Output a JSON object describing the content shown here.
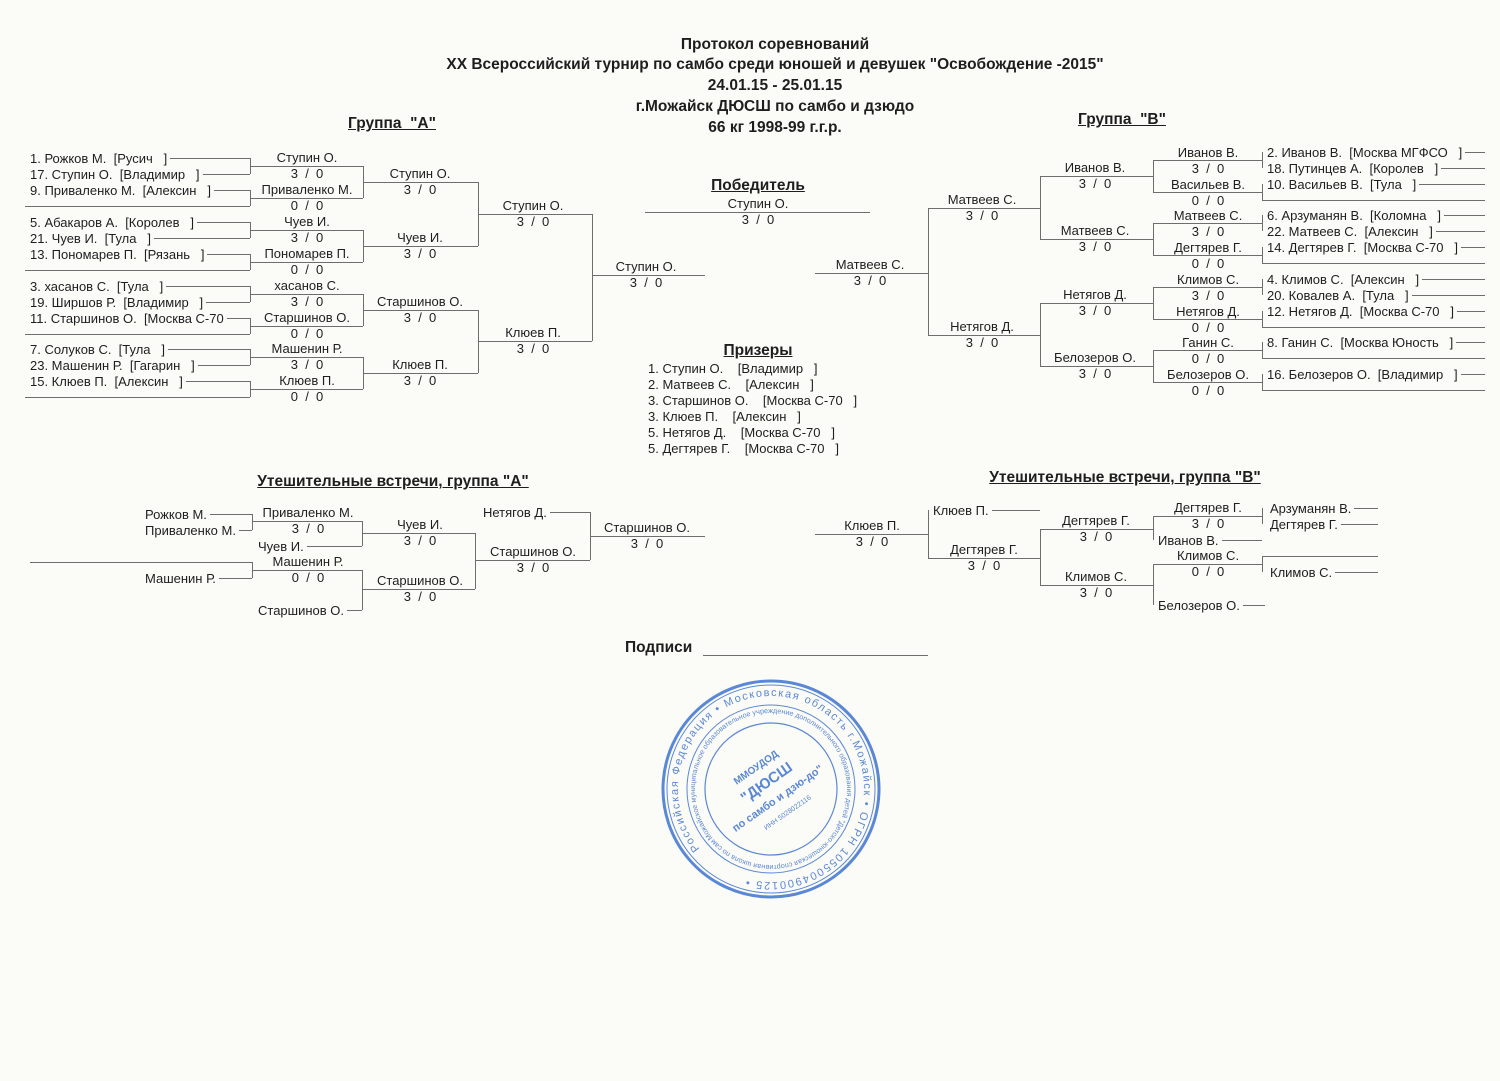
{
  "header": {
    "title": "Протокол соревнований",
    "event": "XX Всероссийский турнир по самбо среди юношей и девушек \"Освобождение -2015\"",
    "dates": "24.01.15 - 25.01.15",
    "venue": "г.Можайск ДЮСШ по самбо и дзюдо",
    "category": "66 кг 1998-99 г.г.р."
  },
  "group_a": {
    "title": "Группа  \"А\"",
    "entrants": [
      "1. Рожков М.  [Русич   ]",
      "17. Ступин О.  [Владимир   ]",
      "9. Приваленко М.  [Алексин   ]",
      "5. Абакаров А.  [Королев   ]",
      "21. Чуев И.  [Тула   ]",
      "13. Пономарев П.  [Рязань   ]",
      "3. хасанов С.  [Тула   ]",
      "19. Ширшов Р.  [Владимир   ]",
      "11. Старшинов О.  [Москва С-70",
      "7. Солуков С.  [Тула   ]",
      "23. Машенин Р.  [Гагарин   ]",
      "15. Клюев П.  [Алексин   ]"
    ],
    "round1": [
      {
        "name": "Ступин О.",
        "score": "3  /  0"
      },
      {
        "name": "Приваленко М.",
        "score": "0  /  0"
      },
      {
        "name": "Чуев И.",
        "score": "3  /  0"
      },
      {
        "name": "Пономарев П.",
        "score": "0  /  0"
      },
      {
        "name": "хасанов С.",
        "score": "3  /  0"
      },
      {
        "name": "Старшинов О.",
        "score": "0  /  0"
      },
      {
        "name": "Машенин Р.",
        "score": "3  /  0"
      },
      {
        "name": "Клюев П.",
        "score": "0  /  0"
      }
    ],
    "round2": [
      {
        "name": "Ступин О.",
        "score": "3  /  0"
      },
      {
        "name": "Чуев И.",
        "score": "3  /  0"
      },
      {
        "name": "Старшинов О.",
        "score": "3  /  0"
      },
      {
        "name": "Клюев П.",
        "score": "3  /  0"
      }
    ],
    "round3": [
      {
        "name": "Ступин О.",
        "score": "3  /  0"
      },
      {
        "name": "Клюев П.",
        "score": "3  /  0"
      }
    ],
    "final": {
      "name": "Ступин О.",
      "score": "3  /  0"
    }
  },
  "group_b": {
    "title": "Группа  \"В\"",
    "entrants": [
      "2. Иванов В.  [Москва МГФСО   ]",
      "18. Путинцев А.  [Королев   ]",
      "10. Васильев В.  [Тула   ]",
      "6. Арзуманян В.  [Коломна   ]",
      "22. Матвеев С.  [Алексин   ]",
      "14. Дегтярев Г.  [Москва С-70   ]",
      "4. Климов С.  [Алексин   ]",
      "20. Ковалев А.  [Тула   ]",
      "12. Нетягов Д.  [Москва С-70   ]",
      "8. Ганин С.  [Москва Юность   ]",
      "16. Белозеров О.  [Владимир   ]"
    ],
    "round1": [
      {
        "name": "Иванов В.",
        "score": "3  /  0"
      },
      {
        "name": "Васильев В.",
        "score": "0  /  0"
      },
      {
        "name": "Матвеев С.",
        "score": "3  /  0"
      },
      {
        "name": "Дегтярев Г.",
        "score": "0  /  0"
      },
      {
        "name": "Климов С.",
        "score": "3  /  0"
      },
      {
        "name": "Нетягов Д.",
        "score": "0  /  0"
      },
      {
        "name": "Ганин С.",
        "score": "0  /  0"
      },
      {
        "name": "Белозеров О.",
        "score": "0  /  0"
      }
    ],
    "round2": [
      {
        "name": "Иванов В.",
        "score": "3  /  0"
      },
      {
        "name": "Матвеев С.",
        "score": "3  /  0"
      },
      {
        "name": "Нетягов Д.",
        "score": "3  /  0"
      },
      {
        "name": "Белозеров О.",
        "score": "3  /  0"
      }
    ],
    "round3": [
      {
        "name": "Матвеев С.",
        "score": "3  /  0"
      },
      {
        "name": "Нетягов Д.",
        "score": "3  /  0"
      }
    ],
    "final": {
      "name": "Матвеев С.",
      "score": "3  /  0"
    }
  },
  "winner": {
    "title": "Победитель",
    "name": "Ступин О.",
    "score": "3  /  0"
  },
  "prizers": {
    "title": "Призеры",
    "items": [
      "1. Ступин О.    [Владимир   ]",
      "2. Матвеев С.    [Алексин   ]",
      "3. Старшинов О.    [Москва С-70   ]",
      "3. Клюев П.    [Алексин   ]",
      "5. Нетягов Д.    [Москва С-70   ]",
      "5. Дегтярев Г.    [Москва С-70   ]"
    ]
  },
  "consolation_a": {
    "title": "Утешительные встречи, группа \"А\"",
    "labels": [
      "Рожков М.",
      "Приваленко М.",
      "Чуев И.",
      "Машенин Р.",
      "Старшинов О.",
      "Нетягов Д."
    ],
    "results": [
      {
        "name": "Приваленко М.",
        "score": "3  /  0"
      },
      {
        "name": "Машенин Р.",
        "score": "0  /  0"
      },
      {
        "name": "Чуев И.",
        "score": "3  /  0"
      },
      {
        "name": "Старшинов О.",
        "score": "3  /  0"
      },
      {
        "name": "Старшинов О.",
        "score": "3  /  0"
      },
      {
        "name": "Старшинов О.",
        "score": "3  /  0"
      }
    ]
  },
  "consolation_b": {
    "title": "Утешительные встречи, группа \"В\"",
    "labels": [
      "Клюев П.",
      "Иванов В.",
      "Белозеров О.",
      "Арзуманян В.",
      "Дегтярев Г.",
      "Климов С."
    ],
    "results": [
      {
        "name": "Клюев П.",
        "score": "3  /  0"
      },
      {
        "name": "Дегтярев Г.",
        "score": "3  /  0"
      },
      {
        "name": "Дегтярев Г.",
        "score": "3  /  0"
      },
      {
        "name": "Климов С.",
        "score": "3  /  0"
      },
      {
        "name": "Дегтярев Г.",
        "score": "3  /  0"
      },
      {
        "name": "Климов С.",
        "score": "0  /  0"
      }
    ]
  },
  "signature": {
    "label": "Подписи"
  },
  "stamp": {
    "outer_ring": "Российская Федерация • Московская область г.Можайск • ОГРН 1055004900125 •",
    "inner_ring": "Можайское муниципальное образовательное учреждение дополнительного образования детей \"Детско-юношеская спортивная школа по самбо и дзю-до\"",
    "line1": "ММОУДОД",
    "line2": "\"ДЮСШ",
    "line3": "по самбо и дзю-до\"",
    "line4": "ИНН 5028022116"
  },
  "colors": {
    "ink": "#1e1e1e",
    "lines": "#6e6e6e",
    "stamp": "#3f74cf",
    "paper": "#fbfbf8"
  }
}
